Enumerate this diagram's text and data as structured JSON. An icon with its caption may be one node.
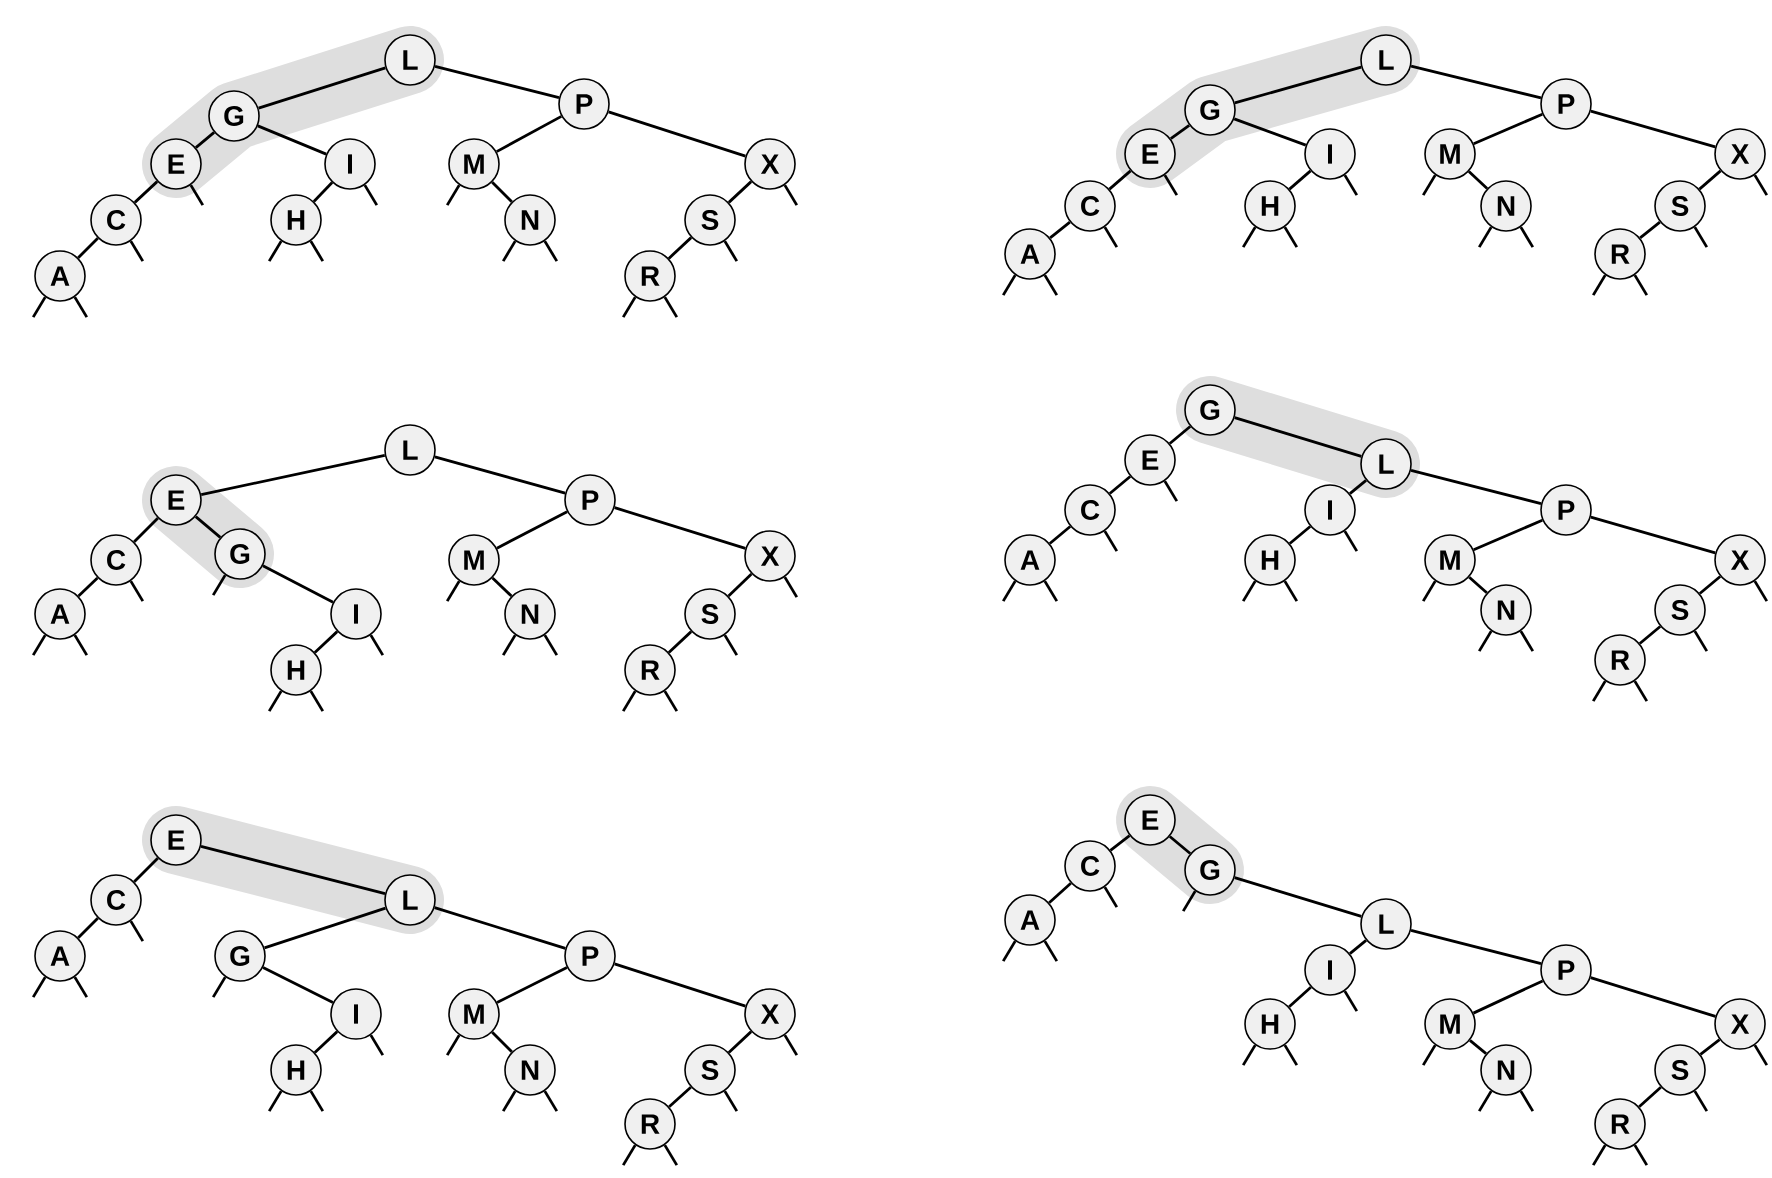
{
  "diagram": {
    "nodes": [
      {
        "text": [
          "A"
        ]
      },
      {
        "text": [
          "C"
        ]
      },
      {
        "text": [
          "E"
        ]
      },
      {
        "text": [
          "G"
        ]
      },
      {
        "text": [
          "H"
        ]
      },
      {
        "text": [
          "I"
        ]
      },
      {
        "text": [
          "L"
        ]
      },
      {
        "text": [
          "M"
        ]
      },
      {
        "text": [
          "N"
        ]
      },
      {
        "text": [
          "P"
        ]
      },
      {
        "text": [
          "R"
        ]
      },
      {
        "text": [
          "S"
        ]
      },
      {
        "text": [
          "X"
        ]
      },
      {
        "text": [
          "A"
        ]
      },
      {
        "text": [
          "C"
        ]
      },
      {
        "text": [
          "E"
        ]
      },
      {
        "text": [
          "G"
        ]
      },
      {
        "text": [
          "H"
        ]
      },
      {
        "text": [
          "I"
        ]
      },
      {
        "text": [
          "L"
        ]
      },
      {
        "text": [
          "M"
        ]
      },
      {
        "text": [
          "N"
        ]
      },
      {
        "text": [
          "P"
        ]
      },
      {
        "text": [
          "R"
        ]
      },
      {
        "text": [
          "S"
        ]
      },
      {
        "text": [
          "X"
        ]
      },
      {
        "text": [
          "A"
        ]
      },
      {
        "text": [
          "C"
        ]
      },
      {
        "text": [
          "E"
        ]
      },
      {
        "text": [
          "G"
        ]
      },
      {
        "text": [
          "H"
        ]
      },
      {
        "text": [
          "I"
        ]
      },
      {
        "text": [
          "L"
        ]
      },
      {
        "text": [
          "M"
        ]
      },
      {
        "text": [
          "N"
        ]
      },
      {
        "text": [
          "P"
        ]
      },
      {
        "text": [
          "R"
        ]
      },
      {
        "text": [
          "S"
        ]
      },
      {
        "text": [
          "X"
        ]
      },
      {
        "text": [
          "A"
        ]
      },
      {
        "text": [
          "C"
        ]
      },
      {
        "text": [
          "E"
        ]
      },
      {
        "text": [
          "G"
        ]
      },
      {
        "text": [
          "H"
        ]
      },
      {
        "text": [
          "I"
        ]
      },
      {
        "text": [
          "L"
        ]
      },
      {
        "text": [
          "M"
        ]
      },
      {
        "text": [
          "N"
        ]
      },
      {
        "text": [
          "P"
        ]
      },
      {
        "text": [
          "R"
        ]
      },
      {
        "text": [
          "S"
        ]
      },
      {
        "text": [
          "X"
        ]
      },
      {
        "text": [
          "A"
        ]
      },
      {
        "text": [
          "C"
        ]
      },
      {
        "text": [
          "E"
        ]
      },
      {
        "text": [
          "G"
        ]
      },
      {
        "text": [
          "H"
        ]
      },
      {
        "text": [
          "I"
        ]
      },
      {
        "text": [
          "L"
        ]
      },
      {
        "text": [
          "M"
        ]
      },
      {
        "text": [
          "N"
        ]
      },
      {
        "text": [
          "P"
        ]
      },
      {
        "text": [
          "R"
        ]
      },
      {
        "text": [
          "S"
        ]
      },
      {
        "text": [
          "X"
        ]
      },
      {
        "text": [
          "A"
        ]
      },
      {
        "text": [
          "C"
        ]
      },
      {
        "text": [
          "E"
        ]
      },
      {
        "text": [
          "G"
        ]
      },
      {
        "text": [
          "H"
        ]
      },
      {
        "text": [
          "I"
        ]
      },
      {
        "text": [
          "L"
        ]
      },
      {
        "text": [
          "M"
        ]
      },
      {
        "text": [
          "N"
        ]
      },
      {
        "text": [
          "P"
        ]
      },
      {
        "text": [
          "R"
        ]
      },
      {
        "text": [
          "S"
        ]
      },
      {
        "text": [
          "X"
        ]
      }
    ],
    "edges": [
      {
        "from": 6,
        "to": 3,
        "arrow": "none"
      },
      {
        "from": 6,
        "to": 9,
        "arrow": "none"
      },
      {
        "from": 3,
        "to": 2,
        "arrow": "none"
      },
      {
        "from": 3,
        "to": 5,
        "arrow": "none"
      },
      {
        "from": 2,
        "to": 1,
        "arrow": "none"
      },
      {
        "from": 1,
        "to": 0,
        "arrow": "none"
      },
      {
        "from": 5,
        "to": 4,
        "arrow": "none"
      },
      {
        "from": 9,
        "to": 7,
        "arrow": "none"
      },
      {
        "from": 9,
        "to": 12,
        "arrow": "none"
      },
      {
        "from": 7,
        "to": 8,
        "arrow": "none"
      },
      {
        "from": 12,
        "to": 11,
        "arrow": "none"
      },
      {
        "from": 11,
        "to": 10,
        "arrow": "none"
      },
      {
        "from": 19,
        "to": 16,
        "arrow": "none"
      },
      {
        "from": 19,
        "to": 22,
        "arrow": "none"
      },
      {
        "from": 16,
        "to": 15,
        "arrow": "none"
      },
      {
        "from": 16,
        "to": 18,
        "arrow": "none"
      },
      {
        "from": 15,
        "to": 14,
        "arrow": "none"
      },
      {
        "from": 14,
        "to": 13,
        "arrow": "none"
      },
      {
        "from": 18,
        "to": 17,
        "arrow": "none"
      },
      {
        "from": 22,
        "to": 20,
        "arrow": "none"
      },
      {
        "from": 22,
        "to": 25,
        "arrow": "none"
      },
      {
        "from": 20,
        "to": 21,
        "arrow": "none"
      },
      {
        "from": 25,
        "to": 24,
        "arrow": "none"
      },
      {
        "from": 24,
        "to": 23,
        "arrow": "none"
      },
      {
        "from": 32,
        "to": 28,
        "arrow": "none"
      },
      {
        "from": 32,
        "to": 35,
        "arrow": "none"
      },
      {
        "from": 28,
        "to": 27,
        "arrow": "none"
      },
      {
        "from": 28,
        "to": 29,
        "arrow": "none"
      },
      {
        "from": 27,
        "to": 26,
        "arrow": "none"
      },
      {
        "from": 29,
        "to": 31,
        "arrow": "none"
      },
      {
        "from": 31,
        "to": 30,
        "arrow": "none"
      },
      {
        "from": 35,
        "to": 33,
        "arrow": "none"
      },
      {
        "from": 35,
        "to": 38,
        "arrow": "none"
      },
      {
        "from": 33,
        "to": 34,
        "arrow": "none"
      },
      {
        "from": 38,
        "to": 37,
        "arrow": "none"
      },
      {
        "from": 37,
        "to": 36,
        "arrow": "none"
      },
      {
        "from": 42,
        "to": 41,
        "arrow": "none"
      },
      {
        "from": 42,
        "to": 45,
        "arrow": "none"
      },
      {
        "from": 41,
        "to": 40,
        "arrow": "none"
      },
      {
        "from": 40,
        "to": 39,
        "arrow": "none"
      },
      {
        "from": 45,
        "to": 44,
        "arrow": "none"
      },
      {
        "from": 45,
        "to": 48,
        "arrow": "none"
      },
      {
        "from": 44,
        "to": 43,
        "arrow": "none"
      },
      {
        "from": 48,
        "to": 46,
        "arrow": "none"
      },
      {
        "from": 48,
        "to": 51,
        "arrow": "none"
      },
      {
        "from": 46,
        "to": 47,
        "arrow": "none"
      },
      {
        "from": 51,
        "to": 50,
        "arrow": "none"
      },
      {
        "from": 50,
        "to": 49,
        "arrow": "none"
      },
      {
        "from": 54,
        "to": 53,
        "arrow": "none"
      },
      {
        "from": 54,
        "to": 58,
        "arrow": "none"
      },
      {
        "from": 53,
        "to": 52,
        "arrow": "none"
      },
      {
        "from": 58,
        "to": 55,
        "arrow": "none"
      },
      {
        "from": 58,
        "to": 61,
        "arrow": "none"
      },
      {
        "from": 55,
        "to": 57,
        "arrow": "none"
      },
      {
        "from": 57,
        "to": 56,
        "arrow": "none"
      },
      {
        "from": 61,
        "to": 59,
        "arrow": "none"
      },
      {
        "from": 61,
        "to": 64,
        "arrow": "none"
      },
      {
        "from": 59,
        "to": 60,
        "arrow": "none"
      },
      {
        "from": 64,
        "to": 63,
        "arrow": "none"
      },
      {
        "from": 63,
        "to": 62,
        "arrow": "none"
      },
      {
        "from": 67,
        "to": 66,
        "arrow": "none"
      },
      {
        "from": 67,
        "to": 68,
        "arrow": "none"
      },
      {
        "from": 66,
        "to": 65,
        "arrow": "none"
      },
      {
        "from": 68,
        "to": 71,
        "arrow": "none"
      },
      {
        "from": 71,
        "to": 70,
        "arrow": "none"
      },
      {
        "from": 71,
        "to": 74,
        "arrow": "none"
      },
      {
        "from": 70,
        "to": 69,
        "arrow": "none"
      },
      {
        "from": 74,
        "to": 72,
        "arrow": "none"
      },
      {
        "from": 74,
        "to": 77,
        "arrow": "none"
      },
      {
        "from": 72,
        "to": 73,
        "arrow": "none"
      },
      {
        "from": 77,
        "to": 76,
        "arrow": "none"
      },
      {
        "from": 76,
        "to": 75,
        "arrow": "none"
      }
    ]
  }
}
